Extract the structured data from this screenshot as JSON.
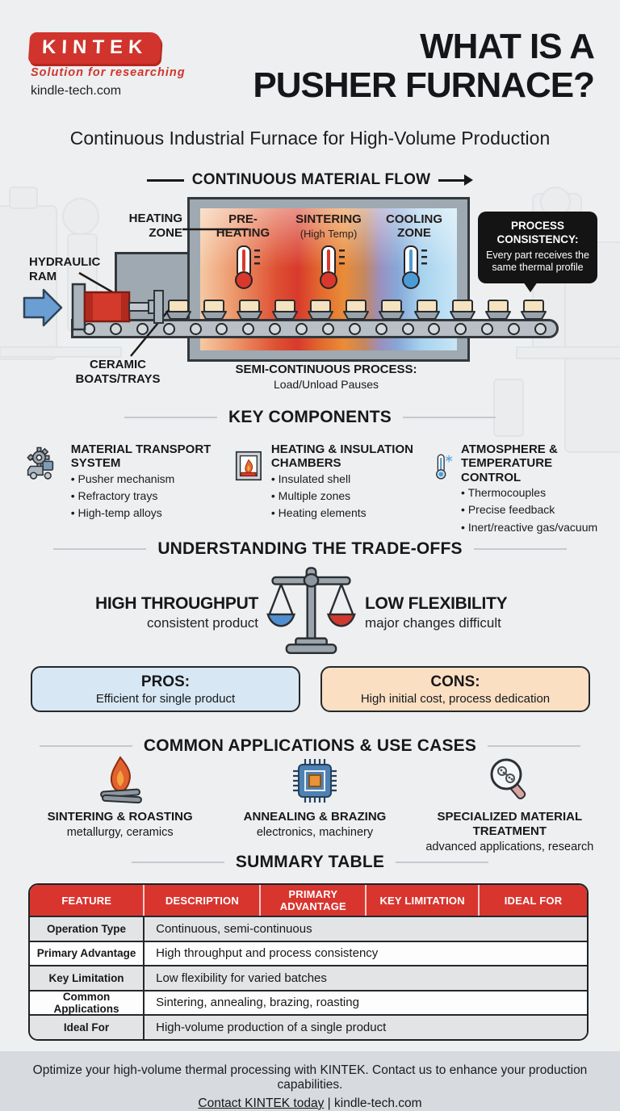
{
  "colors": {
    "brand_red": "#d0342c",
    "table_header_red": "#d9352f",
    "hot": "#d8392c",
    "cold": "#4d9bd6",
    "pros_bg": "#d7e7f3",
    "cons_bg": "#fbdfc3",
    "bg": "#edeff1",
    "callout_bg": "#141414"
  },
  "header": {
    "logo": "KINTEK",
    "tagline": "Solution for researching",
    "site": "kindle-tech.com",
    "title_line1": "WHAT IS A",
    "title_line2": "PUSHER FURNACE?",
    "subtitle": "Continuous Industrial Furnace for High-Volume Production"
  },
  "diagram": {
    "flow_label": "CONTINUOUS MATERIAL FLOW",
    "heating_zone_label": "HEATING ZONE",
    "hydraulic_ram_label": "HYDRAULIC RAM",
    "ceramic_boats_label": "CERAMIC BOATS/TRAYS",
    "zones": [
      {
        "name": "PRE-HEATING",
        "sub": ""
      },
      {
        "name": "SINTERING",
        "sub": "(High Temp)"
      },
      {
        "name": "COOLING ZONE",
        "sub": ""
      }
    ],
    "callout": {
      "title": "PROCESS CONSISTENCY:",
      "body": "Every part receives the same thermal profile"
    },
    "caption_title": "SEMI-CONTINUOUS PROCESS:",
    "caption_body": "Load/Unload Pauses"
  },
  "key_components": {
    "heading": "KEY COMPONENTS",
    "items": [
      {
        "icon": "gear-truck-icon",
        "title": "MATERIAL TRANSPORT SYSTEM",
        "bullets": [
          "Pusher mechanism",
          "Refractory trays",
          "High-temp alloys"
        ]
      },
      {
        "icon": "furnace-flame-icon",
        "title": "HEATING & INSULATION CHAMBERS",
        "bullets": [
          "Insulated shell",
          "Multiple zones",
          "Heating elements"
        ]
      },
      {
        "icon": "thermometer-snowflake-icon",
        "title": "ATMOSPHERE & TEMPERATURE CONTROL",
        "bullets": [
          "Thermocouples",
          "Precise feedback",
          "Inert/reactive gas/vacuum"
        ]
      }
    ]
  },
  "tradeoffs": {
    "heading": "UNDERSTANDING THE TRADE-OFFS",
    "left_title": "HIGH THROUGHPUT",
    "left_sub": "consistent product",
    "right_title": "LOW FLEXIBILITY",
    "right_sub": "major changes difficult",
    "pros_title": "PROS:",
    "pros_body": "Efficient for single product",
    "cons_title": "CONS:",
    "cons_body": "High initial cost, process dedication"
  },
  "applications": {
    "heading": "COMMON APPLICATIONS & USE CASES",
    "items": [
      {
        "icon": "campfire-icon",
        "title": "SINTERING & ROASTING",
        "sub": "metallurgy, ceramics"
      },
      {
        "icon": "microchip-icon",
        "title": "ANNEALING & BRAZING",
        "sub": "electronics, machinery"
      },
      {
        "icon": "magnifier-molecules-icon",
        "title": "SPECIALIZED MATERIAL TREATMENT",
        "sub": "advanced applications, research"
      }
    ]
  },
  "summary": {
    "heading": "SUMMARY TABLE",
    "columns": [
      "FEATURE",
      "DESCRIPTION",
      "PRIMARY ADVANTAGE",
      "KEY LIMITATION",
      "IDEAL FOR"
    ],
    "rows": [
      [
        "Operation Type",
        "Continuous, semi-continuous"
      ],
      [
        "Primary Advantage",
        "High throughput and process consistency"
      ],
      [
        "Key Limitation",
        "Low flexibility for varied batches"
      ],
      [
        "Common Applications",
        "Sintering, annealing, brazing, roasting"
      ],
      [
        "Ideal For",
        "High-volume production of a single product"
      ]
    ]
  },
  "footer": {
    "line1": "Optimize your high-volume thermal processing with KINTEK. Contact us to enhance your production capabilities.",
    "link": "Contact KINTEK today",
    "separator": "|",
    "site": "kindle-tech.com"
  }
}
